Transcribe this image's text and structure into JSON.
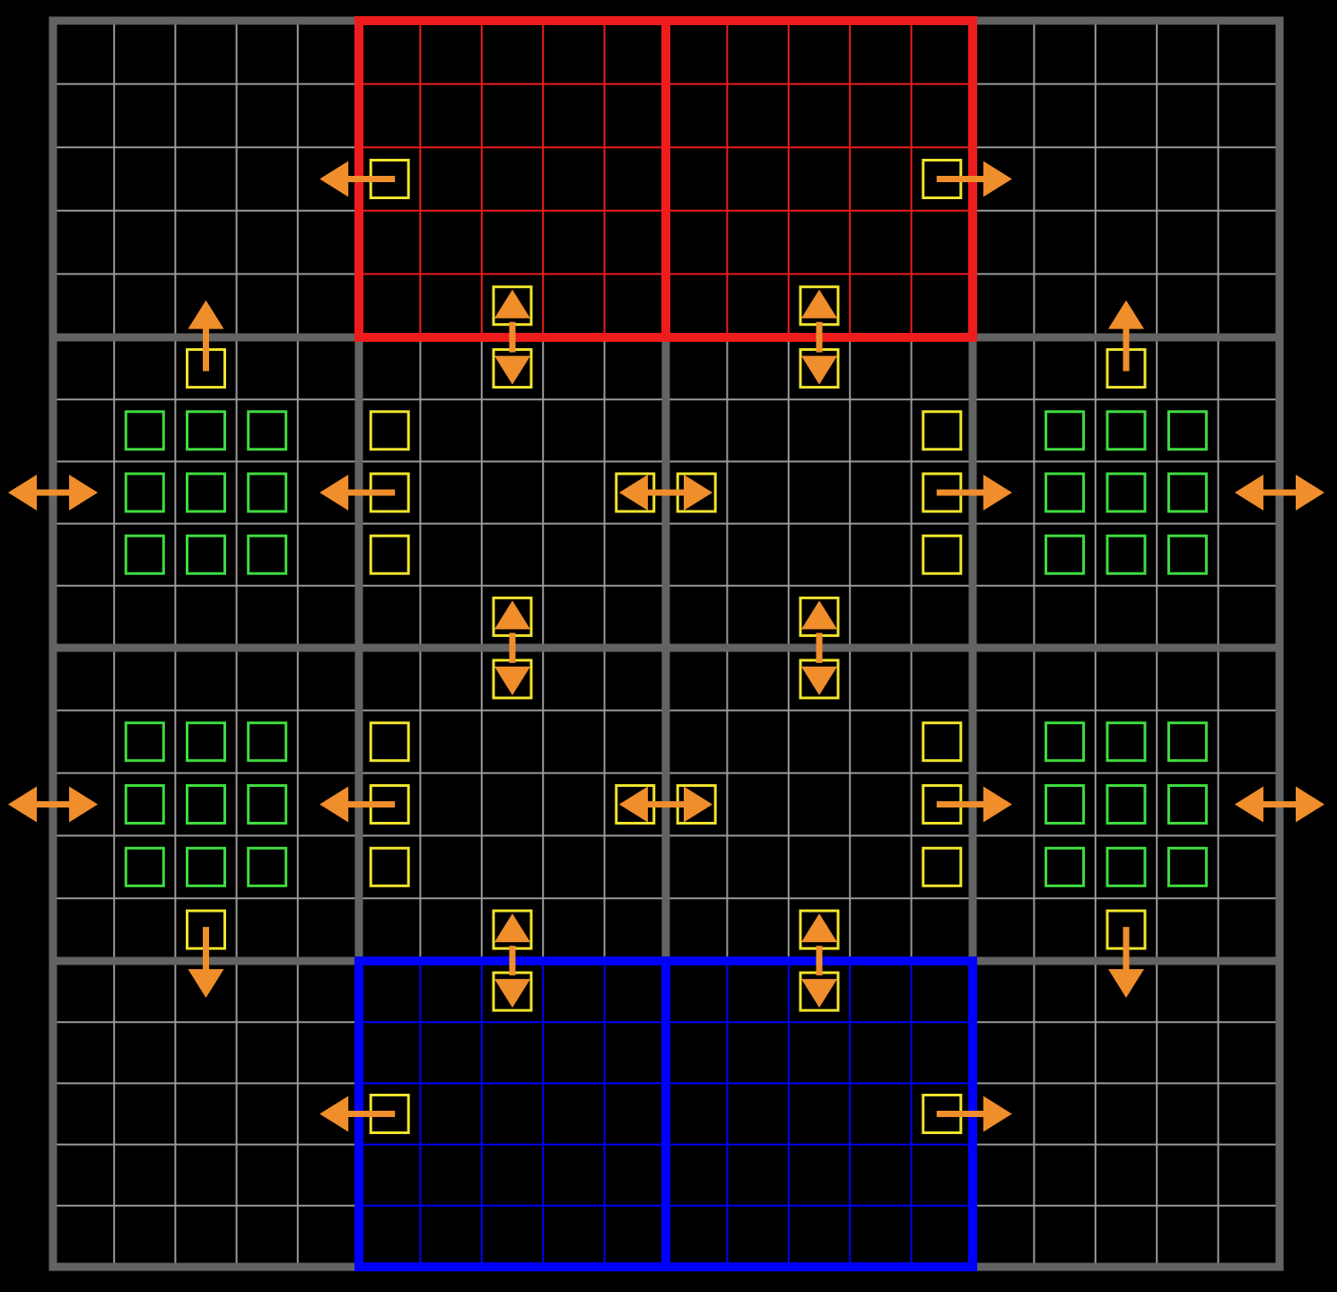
{
  "colors": {
    "background": "#000000",
    "thin_grid": "#9a9a9a",
    "thick_grid": "#636363",
    "red_zone": "#ee1c1c",
    "blue_zone": "#0000ff",
    "door_marker": "#f0e42c",
    "room_marker": "#3fdc3f",
    "arrow": "#ef8e2b"
  },
  "grid": {
    "rooms_wide": 4,
    "rooms_high": 4,
    "cells_per_room": 5
  },
  "zones": [
    {
      "name": "red-zone",
      "color_key": "red_zone",
      "cols": [
        1,
        2
      ],
      "rows": [
        0
      ]
    },
    {
      "name": "blue-zone",
      "color_key": "blue_zone",
      "cols": [
        1,
        2
      ],
      "rows": [
        3
      ]
    }
  ],
  "room_marker_blocks": [
    {
      "room": [
        0,
        1
      ]
    },
    {
      "room": [
        3,
        1
      ]
    },
    {
      "room": [
        0,
        2
      ]
    },
    {
      "room": [
        3,
        2
      ]
    }
  ],
  "door_markers": [
    {
      "cell": [
        5,
        2
      ],
      "arrow": "left"
    },
    {
      "cell": [
        14,
        2
      ],
      "arrow": "right"
    },
    {
      "cell": [
        7,
        4
      ],
      "arrow": "updown"
    },
    {
      "cell": [
        7,
        5
      ],
      "arrow": null
    },
    {
      "cell": [
        12,
        4
      ],
      "arrow": "updown"
    },
    {
      "cell": [
        12,
        5
      ],
      "arrow": null
    },
    {
      "cell": [
        2,
        5
      ],
      "arrow": "up"
    },
    {
      "cell": [
        17,
        5
      ],
      "arrow": "up"
    },
    {
      "cell": [
        5,
        6
      ],
      "arrow": null
    },
    {
      "cell": [
        5,
        7
      ],
      "arrow": "left"
    },
    {
      "cell": [
        5,
        8
      ],
      "arrow": null
    },
    {
      "cell": [
        14,
        6
      ],
      "arrow": null
    },
    {
      "cell": [
        14,
        7
      ],
      "arrow": "right"
    },
    {
      "cell": [
        14,
        8
      ],
      "arrow": null
    },
    {
      "cell": [
        9,
        7
      ],
      "arrow": null
    },
    {
      "cell": [
        10,
        7
      ],
      "arrow": null
    },
    {
      "cell": [
        7,
        9
      ],
      "arrow": "updown"
    },
    {
      "cell": [
        7,
        10
      ],
      "arrow": null
    },
    {
      "cell": [
        12,
        9
      ],
      "arrow": "updown"
    },
    {
      "cell": [
        12,
        10
      ],
      "arrow": null
    },
    {
      "cell": [
        5,
        11
      ],
      "arrow": null
    },
    {
      "cell": [
        5,
        12
      ],
      "arrow": "left"
    },
    {
      "cell": [
        5,
        13
      ],
      "arrow": null
    },
    {
      "cell": [
        14,
        11
      ],
      "arrow": null
    },
    {
      "cell": [
        14,
        12
      ],
      "arrow": "right"
    },
    {
      "cell": [
        14,
        13
      ],
      "arrow": null
    },
    {
      "cell": [
        9,
        12
      ],
      "arrow": null
    },
    {
      "cell": [
        10,
        12
      ],
      "arrow": null
    },
    {
      "cell": [
        2,
        14
      ],
      "arrow": "down"
    },
    {
      "cell": [
        17,
        14
      ],
      "arrow": "down"
    },
    {
      "cell": [
        7,
        14
      ],
      "arrow": "updown"
    },
    {
      "cell": [
        7,
        15
      ],
      "arrow": null
    },
    {
      "cell": [
        12,
        14
      ],
      "arrow": "updown"
    },
    {
      "cell": [
        12,
        15
      ],
      "arrow": null
    },
    {
      "cell": [
        5,
        17
      ],
      "arrow": "left"
    },
    {
      "cell": [
        14,
        17
      ],
      "arrow": "right"
    }
  ],
  "center_arrows": [
    {
      "name": "mid-arrow-upper",
      "row": 7
    },
    {
      "name": "mid-arrow-lower",
      "row": 12
    }
  ],
  "edge_arrows": [
    {
      "name": "edge-arrow-left-upper",
      "side": "left",
      "row": 7
    },
    {
      "name": "edge-arrow-right-upper",
      "side": "right",
      "row": 7
    },
    {
      "name": "edge-arrow-left-lower",
      "side": "left",
      "row": 12
    },
    {
      "name": "edge-arrow-right-lower",
      "side": "right",
      "row": 12
    }
  ]
}
